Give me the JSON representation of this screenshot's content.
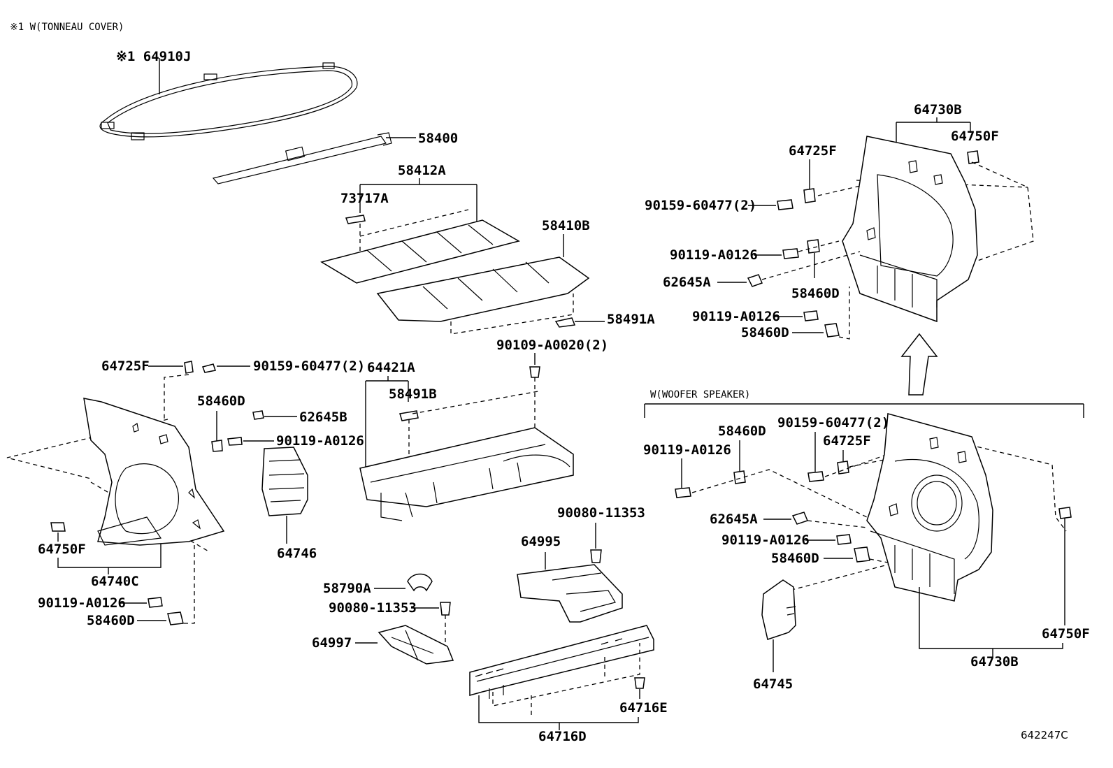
{
  "notes": {
    "tonneau": "※1 W(TONNEAU COVER)",
    "woofer": "W(WOOFER SPEAKER)",
    "figure_id": "642247C"
  },
  "labels": {
    "l64910J": "※1 64910J",
    "l58400": "58400",
    "l58412A": "58412A",
    "l73717A": "73717A",
    "l58410B": "58410B",
    "l58491A": "58491A",
    "l90109": "90109-A0020(2)",
    "l64421A": "64421A",
    "l58491B": "58491B",
    "l64725F_left": "64725F",
    "l90159_left": "90159-60477(2)",
    "l58460D_left_top": "58460D",
    "l62645B": "62645B",
    "l90119_left_top": "90119-A0126",
    "l64746": "64746",
    "l64750F_left": "64750F",
    "l64740C": "64740C",
    "l90119_left_bottom": "90119-A0126",
    "l58460D_left_bottom": "58460D",
    "l90080_top": "90080-11353",
    "l64995": "64995",
    "l58790A": "58790A",
    "l90080_bottom": "90080-11353",
    "l64997": "64997",
    "l64716E": "64716E",
    "l64716D": "64716D",
    "l64730B_top": "64730B",
    "l64750F_top": "64750F",
    "l64725F_top": "64725F",
    "l90159_top": "90159-60477(2)",
    "l90119_top_a": "90119-A0126",
    "l62645A_top": "62645A",
    "l58460D_top_a": "58460D",
    "l90119_top_b": "90119-A0126",
    "l58460D_top_b": "58460D",
    "l58460D_woofer": "58460D",
    "l90159_woofer": "90159-60477(2)",
    "l90119_woofer_a": "90119-A0126",
    "l64725F_woofer": "64725F",
    "l62645A_woofer": "62645A",
    "l90119_woofer_b": "90119-A0126",
    "l58460D_woofer_b": "58460D",
    "l64750F_woofer": "64750F",
    "l64730B_woofer": "64730B",
    "l64745": "64745"
  }
}
